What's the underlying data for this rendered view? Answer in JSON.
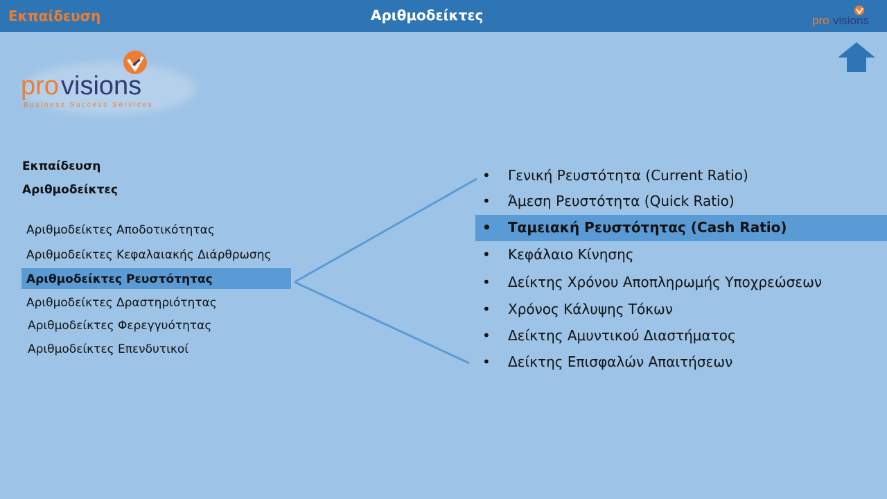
{
  "header": {
    "left_label": "Εκπαίδευση",
    "title": "Αριθμοδείκτες",
    "logo_text_pro": "pro",
    "logo_text_visions": "visions"
  },
  "brand": {
    "logo_text_pro": "pro",
    "logo_text_visions": "visions",
    "tagline": "Business Success Services",
    "accent_orange": "#ed7d31",
    "navy": "#2f3a73"
  },
  "nav_icon": "up-arrow-icon",
  "breadcrumb": {
    "level1": "Εκπαίδευση",
    "level2": "Αριθμοδείκτες"
  },
  "categories": [
    "Αριθμοδείκτες Αποδοτικότητας",
    "Αριθμοδείκτες Κεφαλαιακής Διάρθρωσης",
    "Αριθμοδείκτες Ρευστότητας",
    "Αριθμοδείκτες Δραστηριότητας",
    "Αριθμοδείκτες Φερεγγυότητας",
    "Αριθμοδείκτες Επενδυτικοί"
  ],
  "selected_category": "Αριθμοδείκτες Ρευστότητας",
  "ratios": [
    "Γενική Ρευστότητα  (Current Ratio)",
    "Άμεση Ρευστότητα  (Quick Ratio)",
    "Ταμειακή Ρευστότητας  (Cash Ratio)",
    "Κεφάλαιο Κίνησης",
    "Δείκτης Χρόνου Αποπληρωμής Υποχρεώσεων",
    "Χρόνος Κάλυψης Τόκων",
    "Δείκτης Αμυντικού Διαστήματος",
    "Δείκτης Επισφαλών Απαιτήσεων"
  ],
  "selected_ratio": "Ταμειακή Ρευστότητας  (Cash Ratio)",
  "bullet": "•",
  "colors": {
    "background": "#9dc3e6",
    "header": "#2e75b6",
    "highlight": "#5b9bd5",
    "connector": "#5b9bd5"
  }
}
